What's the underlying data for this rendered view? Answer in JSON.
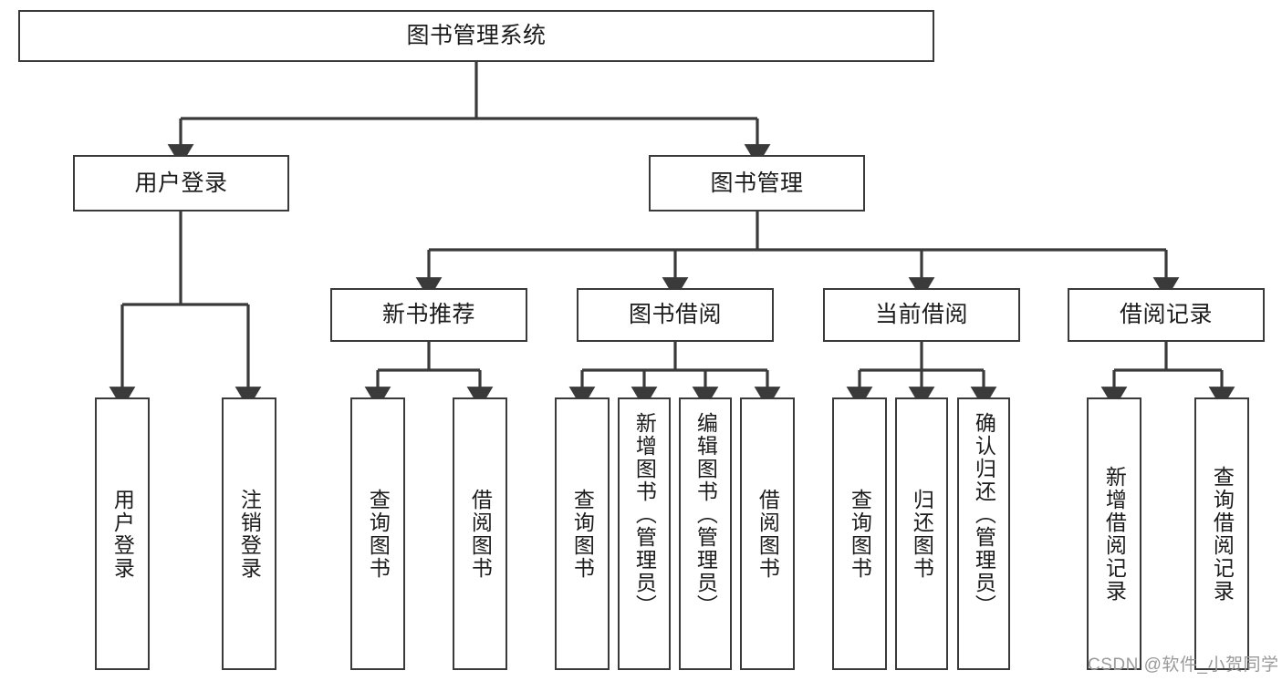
{
  "diagram": {
    "type": "tree",
    "title": "图书管理系统",
    "watermark": "CSDN @软件_小贺同学",
    "colors": {
      "stroke": "#3a3a3a",
      "fill": "#ffffff",
      "text": "#1b1b1b",
      "watermark": "#9a9a9a"
    },
    "root": {
      "label": "图书管理系统"
    },
    "level2": [
      {
        "label": "用户登录"
      },
      {
        "label": "图书管理"
      }
    ],
    "level3": [
      {
        "label": "新书推荐"
      },
      {
        "label": "图书借阅"
      },
      {
        "label": "当前借阅"
      },
      {
        "label": "借阅记录"
      }
    ],
    "leaves": {
      "user_login": [
        {
          "label": "用户登录"
        },
        {
          "label": "注销登录"
        }
      ],
      "new_book": [
        {
          "label": "查询图书"
        },
        {
          "label": "借阅图书"
        }
      ],
      "book_borrow": [
        {
          "label": "查询图书"
        },
        {
          "label": "新增图书（管理员）"
        },
        {
          "label": "编辑图书（管理员）"
        },
        {
          "label": "借阅图书"
        }
      ],
      "current_borrow": [
        {
          "label": "查询图书"
        },
        {
          "label": "归还图书"
        },
        {
          "label": "确认归还（管理员）"
        }
      ],
      "borrow_record": [
        {
          "label": "新增借阅记录"
        },
        {
          "label": "查询借阅记录"
        }
      ]
    }
  }
}
